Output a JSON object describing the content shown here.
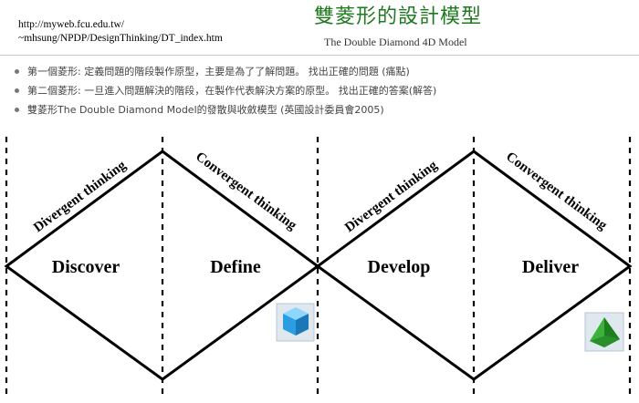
{
  "header": {
    "url_line1": "http://myweb.fcu.edu.tw/",
    "url_line2": "~mhsung/NPDP/DesignThinking/DT_index.htm",
    "title": "雙菱形的設計模型",
    "subtitle": "The Double Diamond 4D Model"
  },
  "bullets": [
    "第一個菱形: 定義問題的階段製作原型，主要是為了了解問題。 找出正確的問題 (痛點)",
    "第二個菱形: 一旦進入問題解決的階段，在製作代表解決方案的原型。 找出正確的答案(解答)",
    "雙菱形The Double Diamond Model的發散與收斂模型 (英國設計委員會2005)"
  ],
  "diagram": {
    "phases": [
      "Discover",
      "Define",
      "Develop",
      "Deliver"
    ],
    "thinking_labels": [
      "Divergent thinking",
      "Convergent thinking",
      "Divergent thinking",
      "Convergent thinking"
    ],
    "icons": [
      "cube-icon",
      "pyramid-icon"
    ],
    "colors": {
      "title": "#1f7a1f",
      "cube": "#2aa5e8",
      "pyramid": "#2e9e2e"
    }
  }
}
